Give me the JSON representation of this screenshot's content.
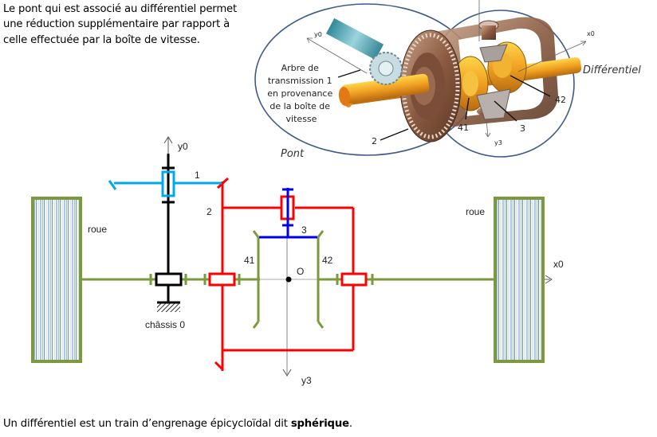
{
  "intro_text": "Le pont qui est associé au différentiel permet une réduction supplémentaire par rapport à celle effectuée par la boîte de vitesse.",
  "footer": {
    "text": "Un différentiel est un train d’engrenage épicycloïdal dit ",
    "bold": "sphérique",
    "end": "."
  },
  "photo": {
    "axis_y0": "y0",
    "axis_x0": "x0",
    "axis_y3": "y3",
    "arbre_label_lines": [
      "Arbre de",
      "transmission 1",
      "en provenance",
      "de la boîte de",
      "vitesse"
    ],
    "label_2": "2",
    "label_41": "41",
    "label_3": "3",
    "label_42": "42",
    "pont_label": "Pont",
    "differentiel_label": "Différentiel"
  },
  "schematic": {
    "axis_y0": "y0",
    "axis_x0": "x0",
    "axis_y3": "y3",
    "label_1": "1",
    "label_2": "2",
    "label_3": "3",
    "label_41": "41",
    "label_42": "42",
    "label_O": "O",
    "wheel_left_label": "roue",
    "wheel_right_label": "roue",
    "chassis_label": "châssis 0"
  },
  "colors": {
    "shaft_green": "#7a9a3c",
    "housing_red": "#ff0000",
    "input_shaft_cyan": "#00a8e8",
    "satellite_blue": "#0000ee",
    "frame_black": "#000000",
    "wheel_stripes": "#5b8fd0"
  }
}
